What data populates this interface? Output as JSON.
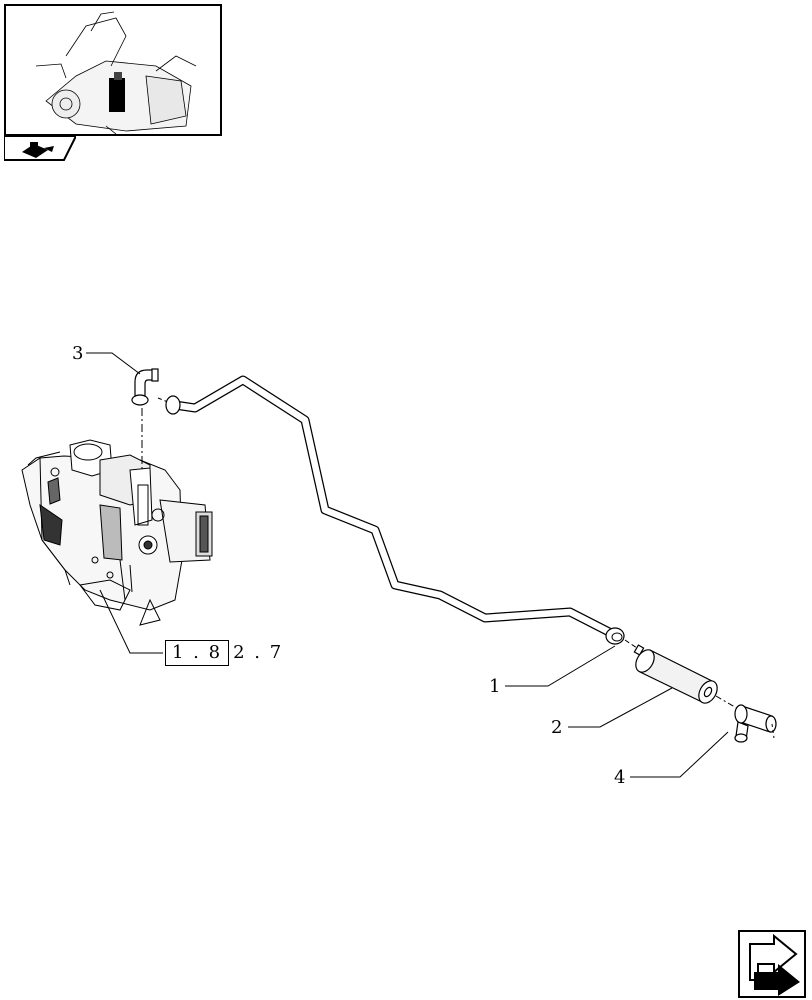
{
  "thumbnail": {
    "icon": "tractor-overview-icon"
  },
  "thumbnail_tab": {
    "icon": "book-symbol-icon"
  },
  "callouts": [
    {
      "id": "1",
      "label": "1"
    },
    {
      "id": "2",
      "label": "2"
    },
    {
      "id": "3",
      "label": "3"
    },
    {
      "id": "4",
      "label": "4"
    }
  ],
  "reference": {
    "boxed": "1 . 8",
    "rest": "2 . 7"
  },
  "nav_button": {
    "icon": "next-page-arrow-icon"
  }
}
